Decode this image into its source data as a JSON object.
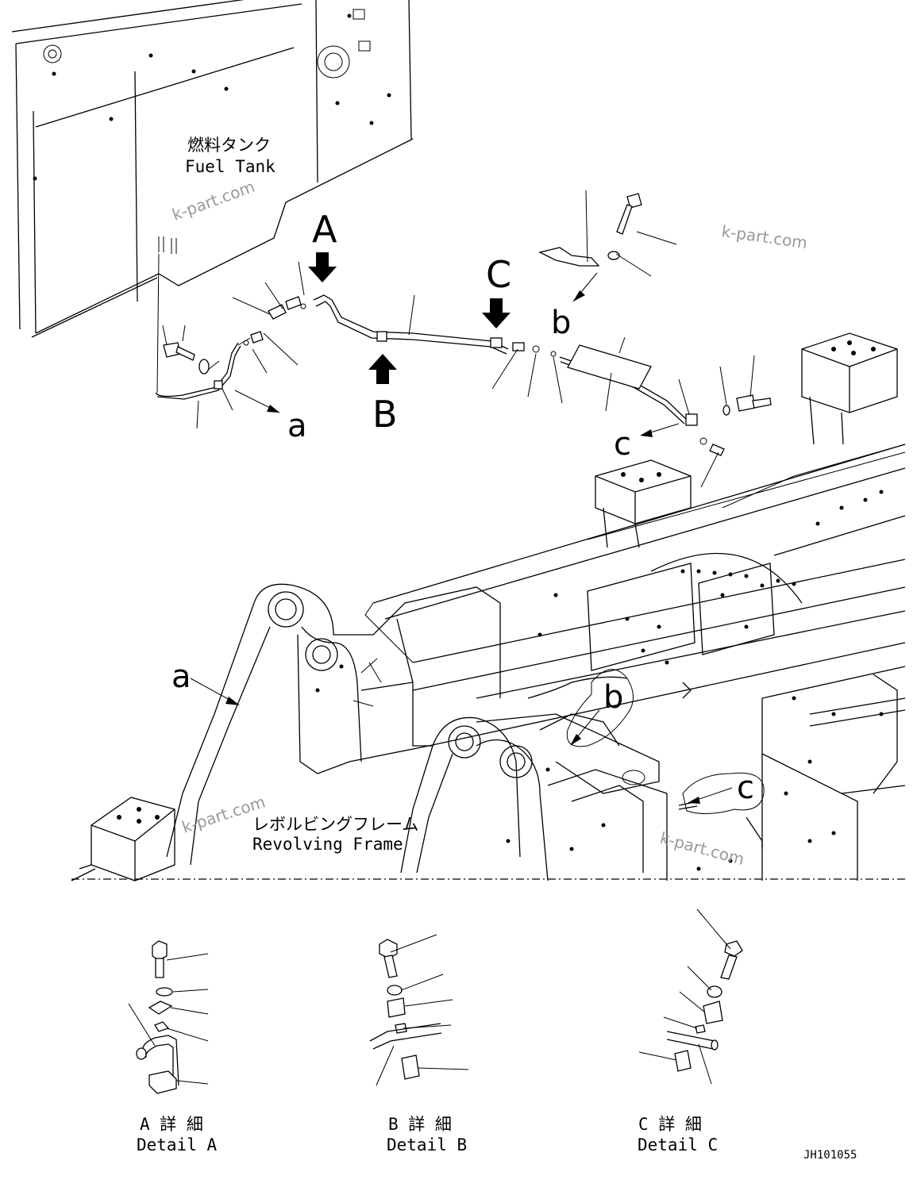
{
  "labels": {
    "fuel_tank_jp": "燃料タンク",
    "fuel_tank_en": "Fuel Tank",
    "frame_jp": "レボルビングフレーム",
    "frame_en": "Revolving Frame",
    "view_a": "A",
    "view_b": "B",
    "view_c": "C",
    "callout_a": "a",
    "callout_b": "b",
    "callout_c": "c",
    "detail_a_jp": "A 詳 細",
    "detail_a_en": "Detail A",
    "detail_b_jp": "B 詳 細",
    "detail_b_en": "Detail B",
    "detail_c_jp": "C 詳 細",
    "detail_c_en": "Detail C",
    "drawing_number": "JH101055"
  },
  "watermarks": [
    "k-part.com",
    "k-part.com",
    "k-part.com",
    "k-part.com"
  ]
}
